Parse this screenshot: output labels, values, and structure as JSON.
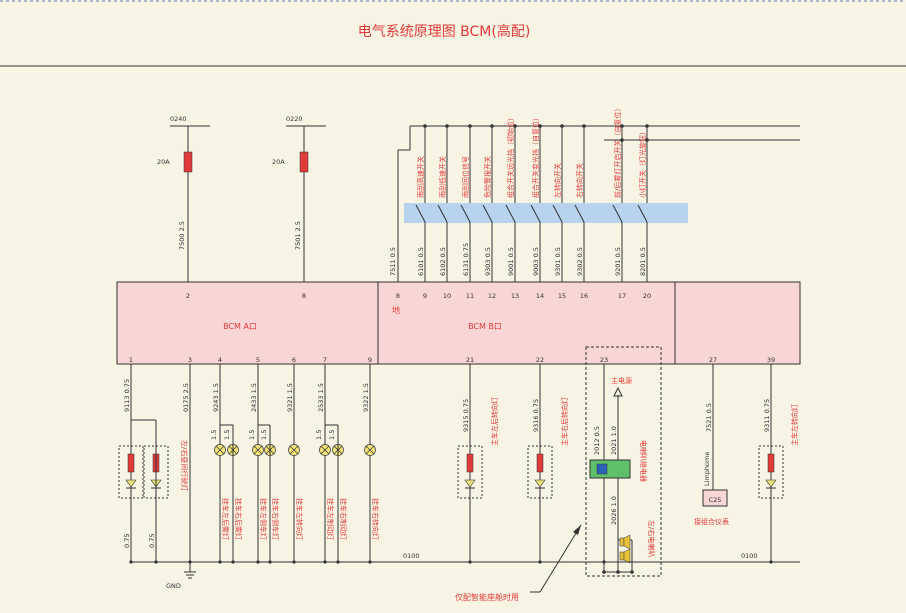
{
  "title": "电气系统原理图 BCM(高配)",
  "fuses": [
    {
      "id": "0240",
      "rating": "20A",
      "wire": "7500 2.5",
      "pin": "2"
    },
    {
      "id": "0220",
      "rating": "20A",
      "wire": "7501 2.5",
      "pin": "8"
    }
  ],
  "bcm_a_label": "BCM  A口",
  "bcm_b_label": "BCM  B口",
  "ground_pin_label": "地",
  "switches": [
    {
      "label": "雨刮高速开关",
      "wire": "6101 0.5",
      "pin": "9"
    },
    {
      "label": "雨刮低速开关",
      "wire": "6102 0.5",
      "pin": "10"
    },
    {
      "label": "雨刮回位信号",
      "wire": "6131 0.75",
      "pin": "11"
    },
    {
      "label": "危险警报开关",
      "wire": "9303 0.5",
      "pin": "12"
    },
    {
      "label": "组合开关远光挡（初始位）",
      "wire": "9001 0.5",
      "pin": "13"
    },
    {
      "label": "组合开关变光挡（自复位）",
      "wire": "9003 0.5",
      "pin": "14"
    },
    {
      "label": "左转向开关",
      "wire": "9301 0.5",
      "pin": "15"
    },
    {
      "label": "右转向开关",
      "wire": "9302 0.5",
      "pin": "16"
    },
    {
      "label": "前/后雾灯开启开关（自复位）",
      "wire": "9201 0.5",
      "pin": "17"
    },
    {
      "label": "小灯开关（灯光旋钮）",
      "wire": "8201 0.5",
      "pin": "20"
    }
  ],
  "ground_wire": {
    "wire": "7511 0.5",
    "pin": "8"
  },
  "a_bottom_pins": [
    {
      "pin": "1",
      "wire": "9113 0.75"
    },
    {
      "pin": "3",
      "wire": "0175 2.5"
    },
    {
      "pin": "4",
      "wire": "9243 1.5"
    },
    {
      "pin": "5",
      "wire": "2433 1.5"
    },
    {
      "pin": "6",
      "wire": "9321 1.5"
    },
    {
      "pin": "7",
      "wire": "2533 1.5"
    },
    {
      "pin": "9",
      "wire": "9322 1.5"
    }
  ],
  "b_bottom_pins": [
    {
      "pin": "21",
      "wire": "9315 0.75"
    },
    {
      "pin": "22",
      "wire": "9316 0.75"
    },
    {
      "pin": "23",
      "wire": ""
    },
    {
      "pin": "27",
      "wire": "7521 0.5"
    },
    {
      "pin": "39",
      "wire": "9311 0.75"
    }
  ],
  "loads": {
    "day_lamp": "左/右昼间行驶灯",
    "trailer_rear_fog_left": "挂车左后雾灯",
    "trailer_rear_fog_right": "挂车右后雾灯",
    "trailer_pos_left": "挂车左侧车灯",
    "trailer_pos_right": "挂车右侧车灯",
    "trailer_left_turn": "挂车左转向灯",
    "trailer_brake_left": "挂车左制动灯",
    "trailer_brake_right": "挂车右制动灯",
    "trailer_right_turn": "挂车右转向灯",
    "front_left_turn": "主车左后转向灯",
    "front_right_turn": "主车右后转向灯",
    "main_left_turn": "主车左转向灯",
    "main_power": "主电源",
    "horn_relay": "电喇叭继电器",
    "horn": "左/右电喇叭",
    "cluster": "接组合仪表",
    "cluster_code": "C25",
    "cluster_wire": "Limphome",
    "gnd": "GND",
    "smart_cab": "仅配智能座舱时用"
  },
  "wire_labels": {
    "w075a": "0.75",
    "w075b": "0.75",
    "w15": "1.5",
    "ground_bus": "0100",
    "ground_bus_b": "0100",
    "relay_in1": "2012 0.5",
    "relay_in2": "2021 1.0",
    "relay_out": "2026 1.0"
  },
  "colors": {
    "background": "#f7f4e4",
    "module": "#f9d6d6",
    "red_text": "#e03a3a",
    "highlight": "#b7d3ee",
    "line": "#333333"
  }
}
